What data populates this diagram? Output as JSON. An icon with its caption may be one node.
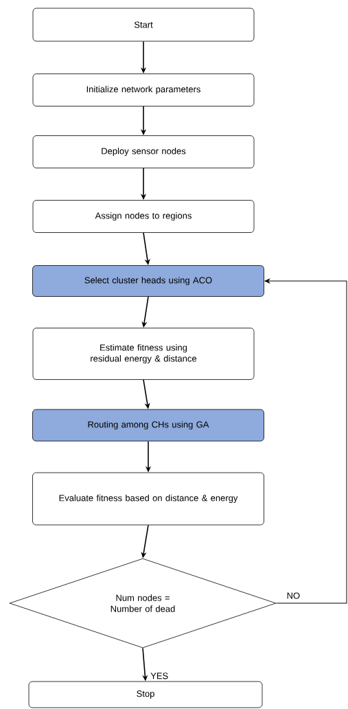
{
  "diagram": {
    "nodes": [
      {
        "text": [
          "Start"
        ]
      },
      {
        "text": [
          "Initialize network parameters"
        ]
      },
      {
        "text": [
          "Deploy sensor nodes"
        ]
      },
      {
        "text": [
          "Assign nodes to regions"
        ]
      },
      {
        "text": [
          "Select cluster heads using ACO"
        ]
      },
      {
        "text": [
          "Estimate fitness using residual energy & distance"
        ]
      },
      {
        "text": [
          "Routing among CHs using GA"
        ]
      },
      {
        "text": [
          "Evaluate fitness based on distance & energy"
        ]
      },
      {
        "text": [
          "Num nodes = Number of dead"
        ]
      },
      {
        "text": [
          "Stop"
        ]
      }
    ],
    "edges": [
      {
        "from": 0,
        "to": 1,
        "arrow": "to"
      },
      {
        "from": 1,
        "to": 2,
        "arrow": "to"
      },
      {
        "from": 2,
        "to": 3,
        "arrow": "to"
      },
      {
        "from": 3,
        "to": 4,
        "arrow": "to"
      },
      {
        "from": 4,
        "to": 5,
        "arrow": "to"
      },
      {
        "from": 5,
        "to": 6,
        "arrow": "to"
      },
      {
        "from": 6,
        "to": 7,
        "arrow": "to"
      },
      {
        "from": 7,
        "to": 8,
        "arrow": "to"
      },
      {
        "from": 8,
        "to": 9,
        "arrow": "to",
        "label": "YES"
      },
      {
        "from": 8,
        "to": 4,
        "arrow": "to",
        "label": "NO"
      }
    ]
  }
}
